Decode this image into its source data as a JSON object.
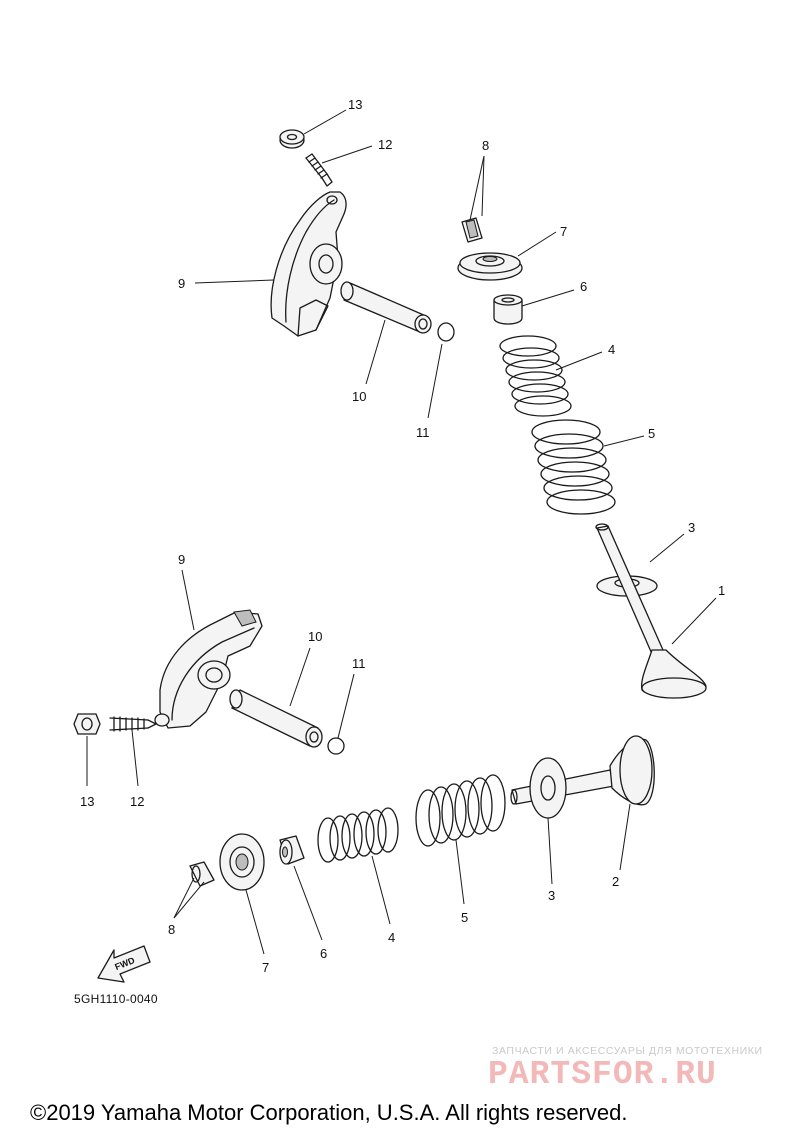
{
  "diagram": {
    "callouts": {
      "top": [
        "13",
        "12",
        "9",
        "10",
        "11",
        "8",
        "7",
        "6",
        "4",
        "5",
        "3",
        "1"
      ],
      "bottom": [
        "9",
        "10",
        "11",
        "13",
        "12",
        "3",
        "2",
        "8",
        "7",
        "6",
        "4",
        "5"
      ]
    },
    "fwd_label": "FWD",
    "part_code": "5GH1110-0040"
  },
  "watermark": {
    "tagline": "ЗАПЧАСТИ И АКСЕССУАРЫ ДЛЯ МОТОТЕХНИКИ",
    "logo": "PARTSFOR.RU"
  },
  "footer": {
    "copyright": "©2019 Yamaha Motor Corporation, U.S.A. All rights reserved."
  }
}
